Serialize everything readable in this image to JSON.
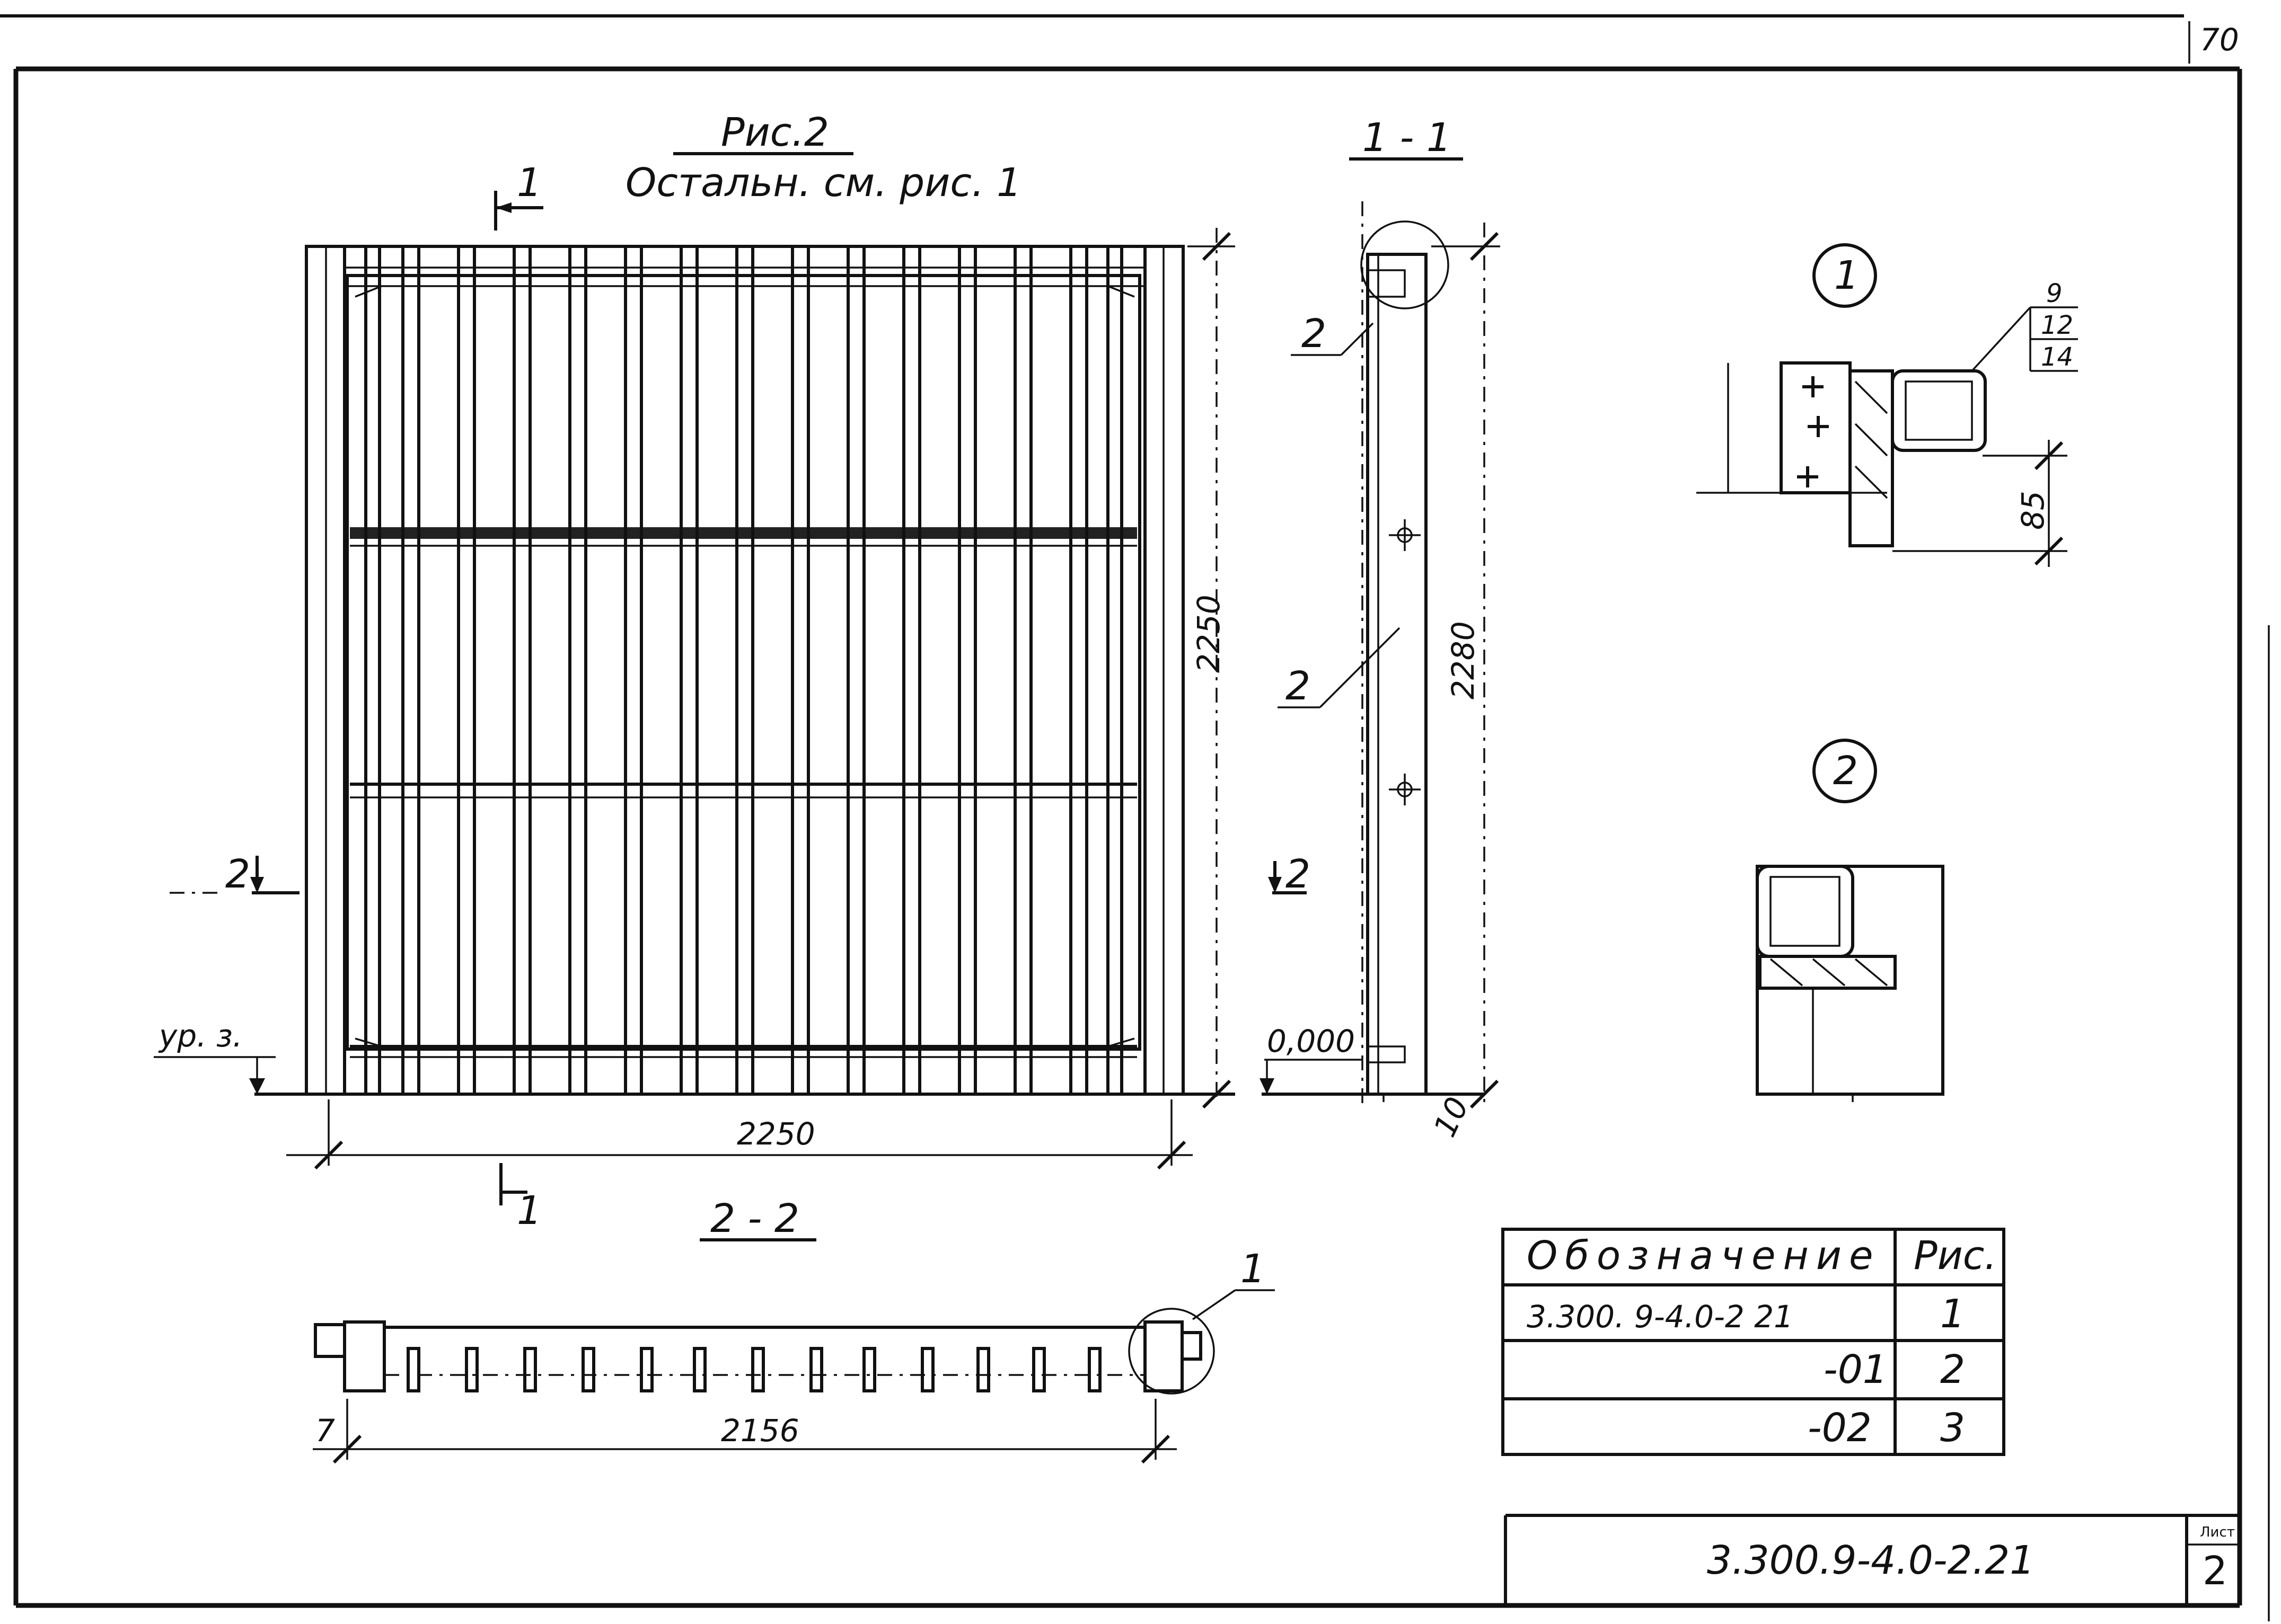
{
  "sheet_number_top": "70",
  "figure": {
    "title": "Рис.2",
    "subtitle": "Остальн. см. рис. 1"
  },
  "sections": {
    "s11": "1 - 1",
    "s22": "2 - 2",
    "cut1_top": "1",
    "cut1_bottom": "1",
    "cut2_left": "2",
    "cut2_right": "2"
  },
  "callouts": {
    "node1": "1",
    "node2": "2",
    "pos2_top": "2",
    "pos2_mid": "2",
    "pos1_plan": "1"
  },
  "levels": {
    "ground_label": "ур. з.",
    "zero_mark": "0,000"
  },
  "dims": {
    "width_main": "2250",
    "height_main": "2250",
    "height_section": "2280",
    "offset_bottom": "10",
    "plan_length": "2156",
    "plan_offset": "7",
    "detail_85": "85"
  },
  "detail_stack": [
    "9",
    "12",
    "14"
  ],
  "table": {
    "headers": [
      "Обозначение",
      "Рис."
    ],
    "rows": [
      [
        "3.300. 9-4.0-2 21",
        "1"
      ],
      [
        "-01",
        "2"
      ],
      [
        "-02",
        "3"
      ]
    ]
  },
  "stamp": {
    "code": "3.300.9-4.0-2.21",
    "list_label": "Лист",
    "list_number": "2"
  }
}
